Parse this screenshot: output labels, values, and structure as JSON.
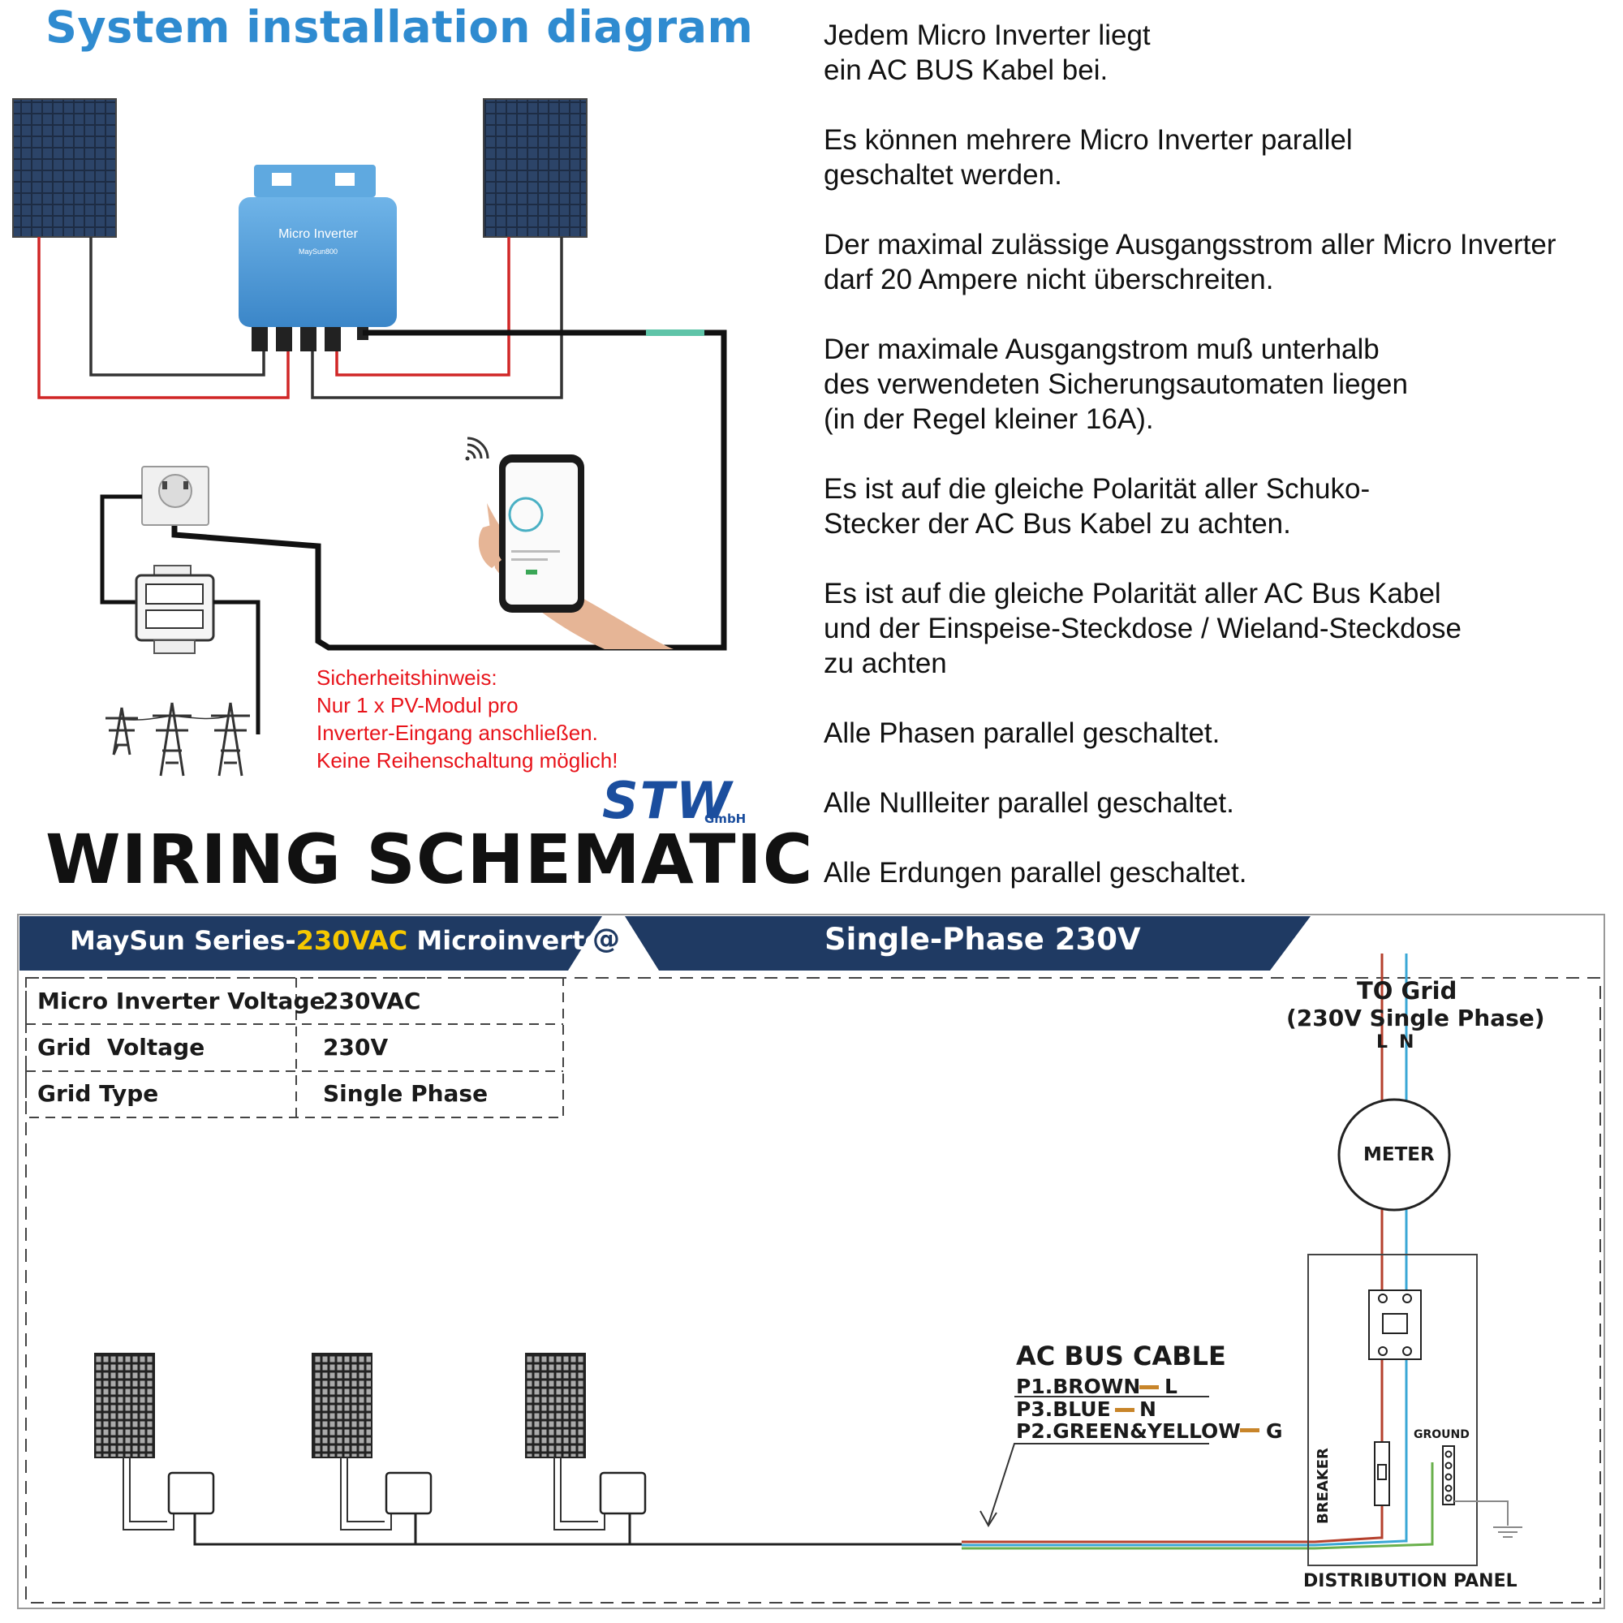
{
  "top_title": "System installation diagram",
  "inverter_label": "Micro Inverter",
  "inverter_model": "MaySun800",
  "notes": [
    "Jedem Micro Inverter liegt\nein AC BUS Kabel bei.",
    "Es können mehrere Micro Inverter parallel\ngeschaltet werden.",
    "Der maximal zulässige Ausgangsstrom aller Micro Inverter\ndarf 20 Ampere nicht überschreiten.",
    "Der maximale Ausgangstrom muß unterhalb\ndes verwendeten Sicherungsautomaten liegen\n(in der Regel kleiner 16A).",
    "Es ist auf die gleiche Polarität aller Schuko-\nStecker der AC Bus Kabel zu achten.",
    "Es ist auf die gleiche Polarität aller AC Bus Kabel\nund der Einspeise-Steckdose / Wieland-Steckdose\nzu achten",
    "Alle Phasen parallel geschaltet.",
    "Alle Nullleiter parallel geschaltet.",
    "Alle Erdungen parallel geschaltet."
  ],
  "safety_note": "Sicherheitshinweis:\nNur 1 x PV-Modul pro\nInverter-Eingang anschließen.\nKeine Reihenschaltung möglich!",
  "logo": {
    "text": "STW",
    "sub": "GmbH"
  },
  "wiring_title": "WIRING SCHEMATIC",
  "banner": {
    "left_prefix": "MaySun Series-",
    "left_highlight": "230VAC",
    "left_suffix": " Microinverter",
    "at": "@",
    "right": "Single-Phase 230V"
  },
  "specs": {
    "rows": [
      {
        "label": "Micro Inverter Voltage",
        "value": "230VAC"
      },
      {
        "label": "Grid  Voltage",
        "value": "230V"
      },
      {
        "label": "Grid Type",
        "value": "Single Phase"
      }
    ]
  },
  "grid": {
    "title": "TO Grid",
    "subtitle": "(230V Single Phase)",
    "l": "L",
    "n": "N"
  },
  "meter_label": "METER",
  "ac_bus": {
    "title": "AC BUS CABLE",
    "p1": "P1.BROWN",
    "p1_end": "L",
    "p3": "P3.BLUE",
    "p3_end": "N",
    "p2": "P2.GREEN&YELLOW",
    "p2_end": "G"
  },
  "breaker_label": "BREAKER",
  "ground_label": "GROUND",
  "panel_label": "DISTRIBUTION PANEL",
  "colors": {
    "title_blue": "#2f8bd0",
    "banner_navy": "#1f3a63",
    "highlight_yellow": "#f6c800",
    "safety_red": "#e8141b",
    "wire_brown": "#b5402d",
    "wire_blue": "#3aa7d6",
    "wire_green": "#6ab04c",
    "logo_blue": "#1b4e9e"
  }
}
